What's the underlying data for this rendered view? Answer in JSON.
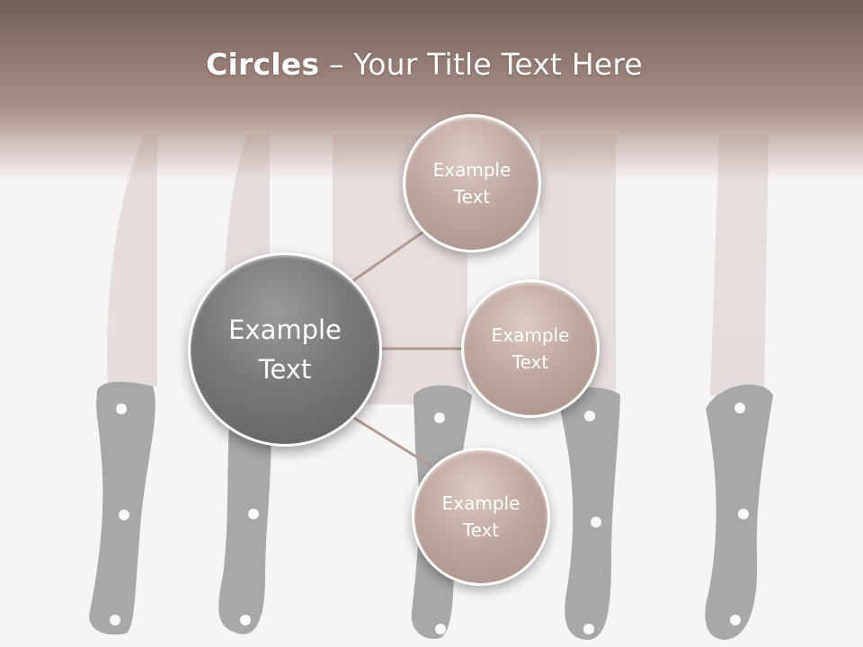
{
  "slide": {
    "title_bold": "Circles",
    "title_rest": " – Your Title Text Here"
  },
  "diagram": {
    "center": {
      "label_line1": "Example",
      "label_line2": "Text"
    },
    "nodes": [
      {
        "label_line1": "Example",
        "label_line2": "Text"
      },
      {
        "label_line1": "Example",
        "label_line2": "Text"
      },
      {
        "label_line1": "Example",
        "label_line2": "Text"
      }
    ]
  },
  "colors": {
    "center_fill": "#787878",
    "node_fill": "#bfa8a0",
    "connector": "#b09a93",
    "header": "#8f7871"
  }
}
